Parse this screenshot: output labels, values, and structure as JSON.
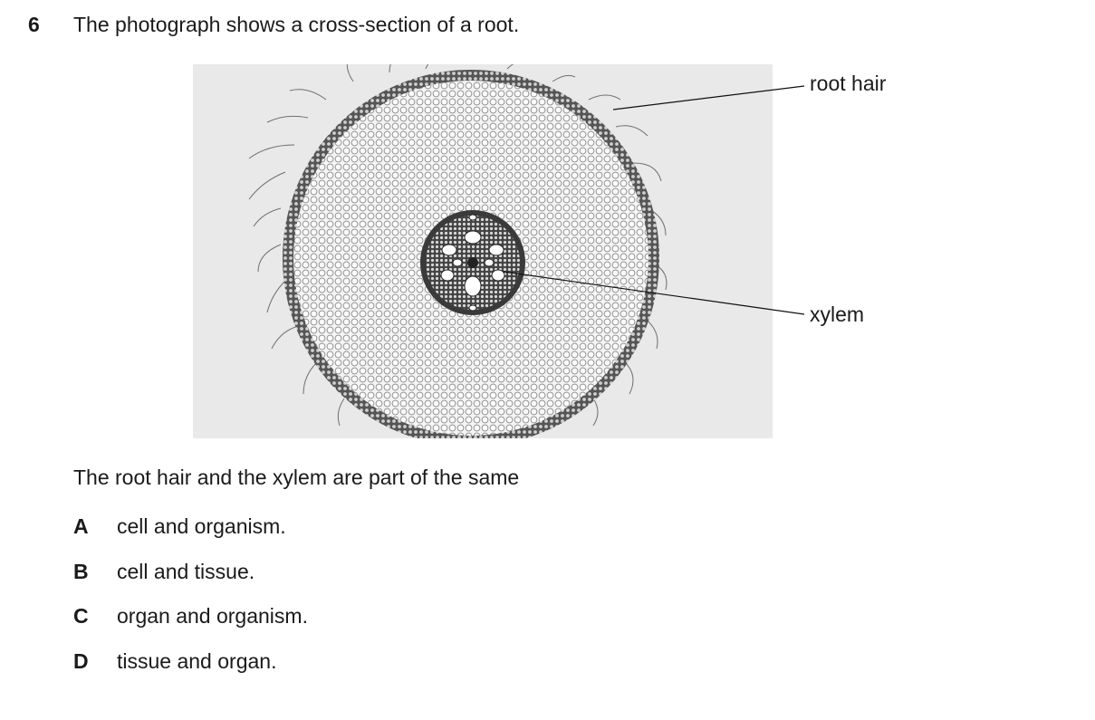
{
  "question": {
    "number": "6",
    "stem": "The photograph shows a cross-section of a root.",
    "prompt": "The root hair and the xylem are part of the same",
    "options": [
      {
        "letter": "A",
        "text": "cell and organism."
      },
      {
        "letter": "B",
        "text": "cell and tissue."
      },
      {
        "letter": "C",
        "text": "organ and organism."
      },
      {
        "letter": "D",
        "text": "tissue and organ."
      }
    ]
  },
  "figure": {
    "labels": {
      "root_hair": "root hair",
      "xylem": "xylem"
    }
  }
}
